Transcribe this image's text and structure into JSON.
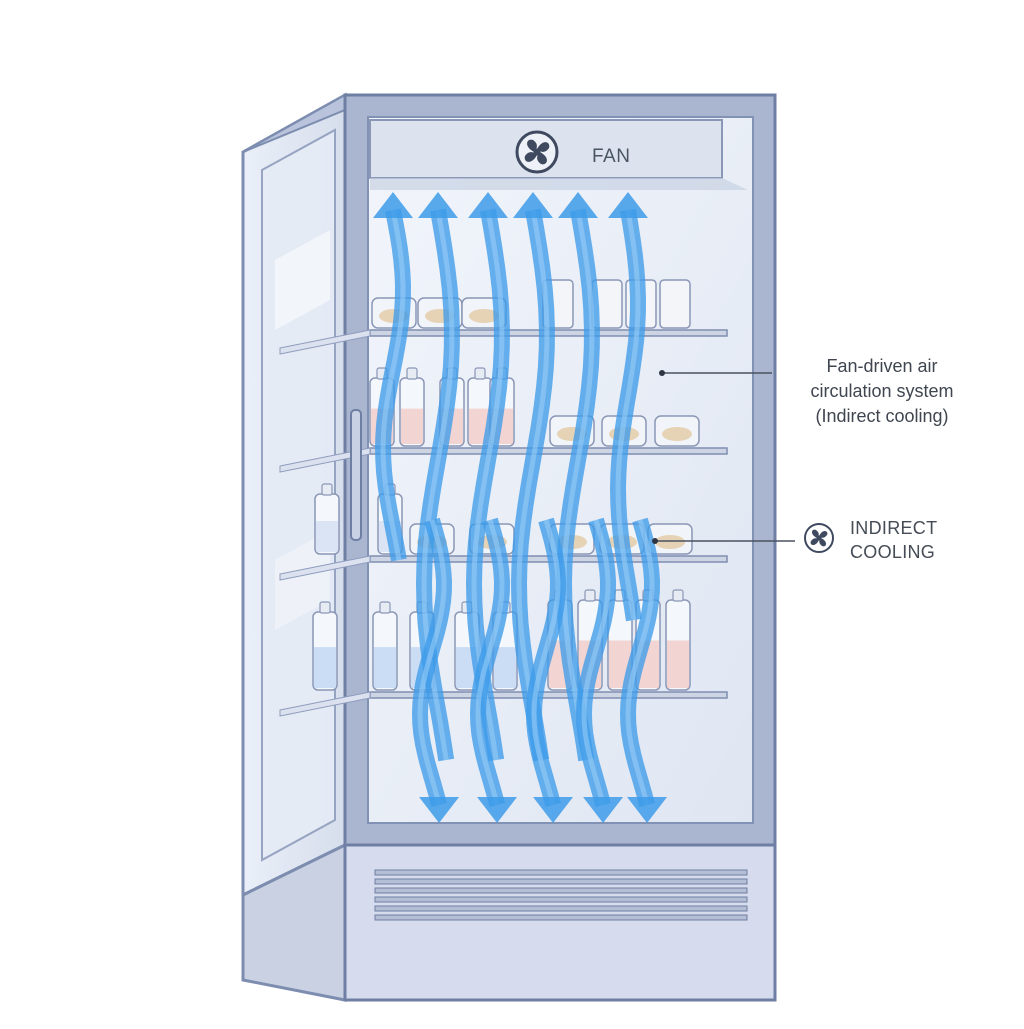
{
  "diagram": {
    "fan_label": "FAN",
    "callouts": [
      {
        "lines": [
          "Fan-driven air",
          "circulation system",
          "(Indirect cooling)"
        ]
      },
      {
        "lines": [
          "INDIRECT",
          "COOLING"
        ],
        "icon": "fan-icon"
      }
    ],
    "icons": [
      "fan-icon"
    ],
    "colors": {
      "cabinet_frame": "#9aa8c8",
      "cabinet_frame_dark": "#6f7ea3",
      "glass": "#e8eef8",
      "airflow": "#3d9be9",
      "airflow_light": "#8cc7f5",
      "shelf": "#c7cfdf",
      "label_text": "#3f4650"
    }
  }
}
